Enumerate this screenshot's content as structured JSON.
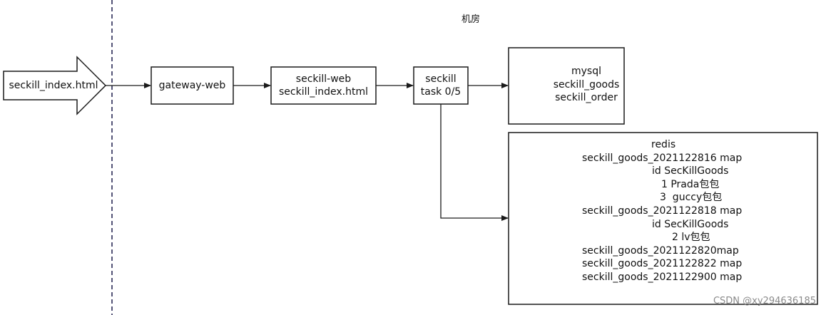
{
  "room_label": "机房",
  "entry": {
    "label": "seckill_index.html"
  },
  "gateway": {
    "label": "gateway-web"
  },
  "seckill_web": {
    "line1": "seckill-web",
    "line2": "seckill_index.html"
  },
  "seckill_task": {
    "line1": "seckill",
    "line2": "task 0/5"
  },
  "mysql": {
    "line1": "mysql",
    "line2": "seckill_goods",
    "line3": "seckill_order"
  },
  "redis": {
    "lines": [
      "redis",
      "seckill_goods_2021122816 map",
      "id SecKillGoods",
      "1 Prada包包",
      "3  guccy包包",
      "seckill_goods_2021122818 map",
      "id SecKillGoods",
      "2 lv包包",
      "seckill_goods_2021122820map",
      "seckill_goods_2021122822 map",
      "seckill_goods_2021122900 map"
    ]
  },
  "watermark": "CSDN @xy294636185",
  "colors": {
    "stroke": "#1a1a1a",
    "background": "#ffffff",
    "dashed_line": "#1a1a4a"
  }
}
